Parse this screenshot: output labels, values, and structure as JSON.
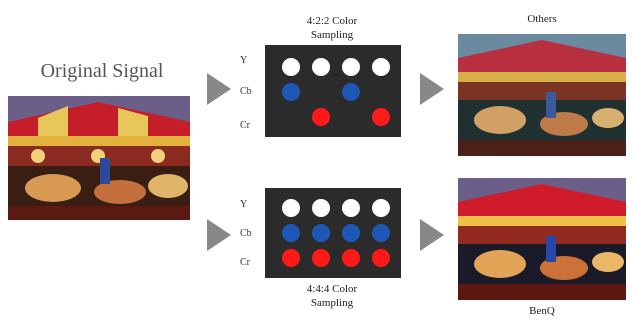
{
  "original_label": "Original Signal",
  "top": {
    "caption_lines": [
      "4:2:2 Color",
      "Sampling"
    ],
    "output_label": "Others",
    "rows": {
      "y": "Y",
      "cb": "Cb",
      "cr": "Cr"
    },
    "y_pattern": [
      1,
      1,
      1,
      1
    ],
    "cb_pattern": [
      1,
      0,
      1,
      0
    ],
    "cr_pattern": [
      0,
      1,
      0,
      1
    ]
  },
  "bottom": {
    "caption_lines": [
      "4:4:4 Color",
      "Sampling"
    ],
    "output_label": "BenQ",
    "rows": {
      "y": "Y",
      "cb": "Cb",
      "cr": "Cr"
    },
    "y_pattern": [
      1,
      1,
      1,
      1
    ],
    "cb_pattern": [
      1,
      1,
      1,
      1
    ],
    "cr_pattern": [
      1,
      1,
      1,
      1
    ]
  },
  "colors": {
    "y": "#ffffff",
    "cb": "#1f57b5",
    "cr": "#ff1a1a",
    "panel": "#2b2b2b",
    "arrow": "#888888"
  },
  "image_semantic": "carousel-photo"
}
